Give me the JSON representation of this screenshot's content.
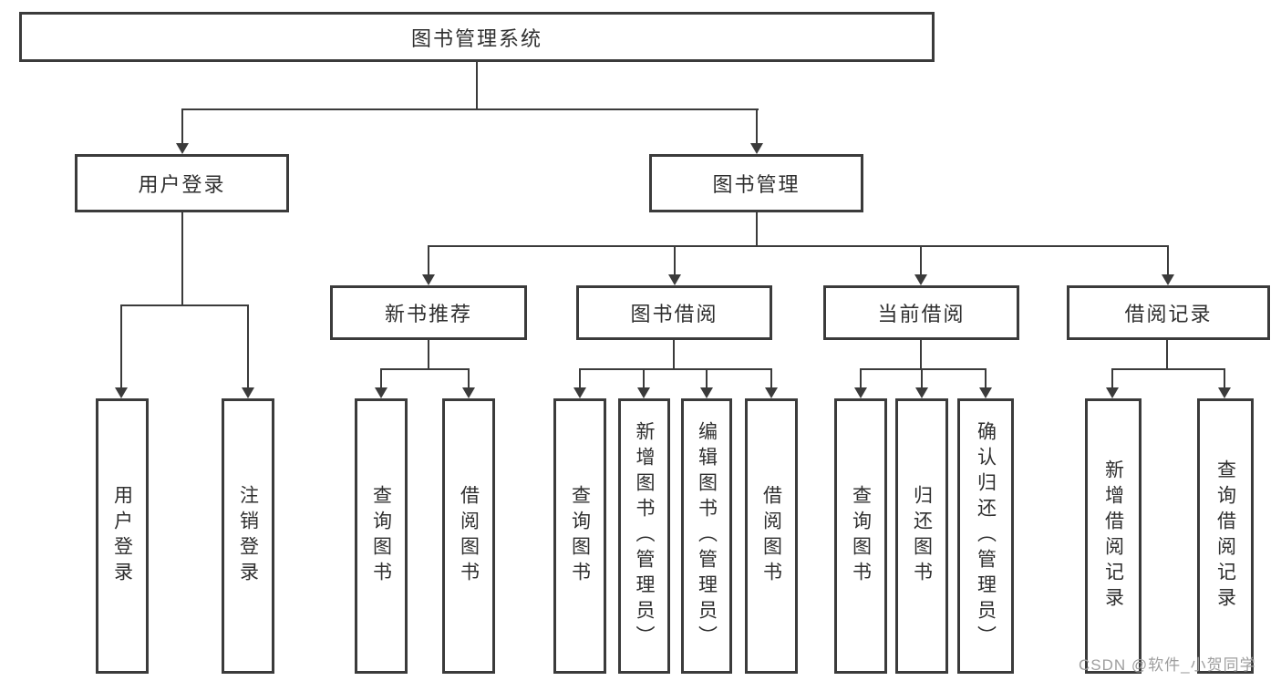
{
  "diagram": {
    "root": "图书管理系统",
    "level2": {
      "user_login": "用户登录",
      "book_management": "图书管理"
    },
    "level3": {
      "new_book_recommend": "新书推荐",
      "book_borrow": "图书借阅",
      "current_borrow": "当前借阅",
      "borrow_record": "借阅记录"
    },
    "leaves": {
      "user_login_1": "用户登录",
      "user_login_2": "注销登录",
      "recommend_1": "查询图书",
      "recommend_2": "借阅图书",
      "borrow_1": "查询图书",
      "borrow_2": "新增图书（管理员）",
      "borrow_3": "编辑图书（管理员）",
      "borrow_4": "借阅图书",
      "current_1": "查询图书",
      "current_2": "归还图书",
      "current_3": "确认归还（管理员）",
      "record_1": "新增借阅记录",
      "record_2": "查询借阅记录"
    }
  },
  "watermark": "CSDN @软件_小贺同学",
  "colors": {
    "line": "#3b3b3b",
    "text": "#2f2f2f",
    "watermark": "#9e9e9e",
    "background": "#ffffff"
  }
}
